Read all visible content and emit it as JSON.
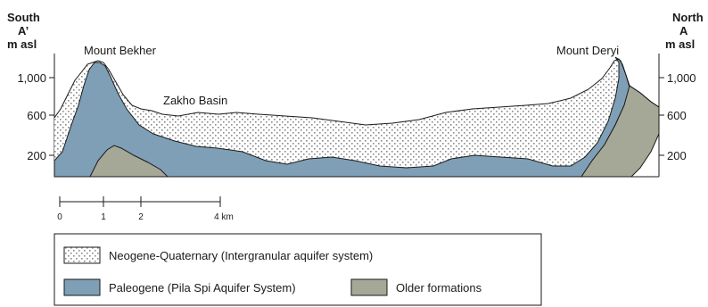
{
  "orientation": {
    "left_dir": "South",
    "left_point": "A’",
    "right_dir": "North",
    "right_point": "A"
  },
  "axis": {
    "unit_left": "m asl",
    "unit_right": "m asl",
    "ticks_left": [
      "1,000",
      "600",
      "200"
    ],
    "ticks_right": [
      "1,000",
      "600",
      "200"
    ]
  },
  "places": {
    "mount_left": "Mount Bekher",
    "mount_right": "Mount Deryi",
    "basin": "Zakho Basin"
  },
  "scale_bar": {
    "labels": [
      "0",
      "1",
      "2",
      "4 km"
    ]
  },
  "legend": {
    "items": [
      {
        "label": "Neogene-Quaternary (Intergranular aquifer system)",
        "pattern": "dotted"
      },
      {
        "label": "Paleogene (Pila Spi Aquifer System)",
        "color": "#7f9fb6"
      },
      {
        "label": "Older formations",
        "color": "#a6a897"
      }
    ]
  },
  "colors": {
    "paleogene": "#7f9fb6",
    "older": "#a6a897",
    "neogene_dot": "#8a8a8a"
  }
}
